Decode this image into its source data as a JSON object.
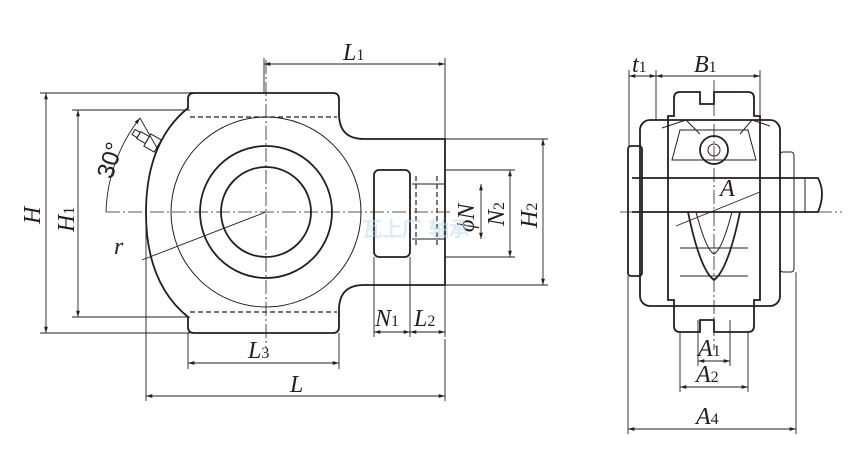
{
  "labels": {
    "L1": {
      "main": "L",
      "sub": "1"
    },
    "H": {
      "main": "H",
      "sub": ""
    },
    "H1": {
      "main": "H",
      "sub": "1"
    },
    "angle": "30°",
    "r": {
      "main": "r",
      "sub": ""
    },
    "phiN": {
      "main": "ϕN",
      "sub": ""
    },
    "N2": {
      "main": "N",
      "sub": "2"
    },
    "H2": {
      "main": "H",
      "sub": "2"
    },
    "N1": {
      "main": "N",
      "sub": "1"
    },
    "L2": {
      "main": "L",
      "sub": "2"
    },
    "L3": {
      "main": "L",
      "sub": "3"
    },
    "L": {
      "main": "L",
      "sub": ""
    },
    "t1": {
      "main": "t",
      "sub": "1"
    },
    "B1": {
      "main": "B",
      "sub": "1"
    },
    "A": {
      "main": "A",
      "sub": ""
    },
    "A1": {
      "main": "A",
      "sub": "1"
    },
    "A2": {
      "main": "A",
      "sub": "2"
    },
    "A4": {
      "main": "A",
      "sub": "4"
    }
  },
  "watermark": "瓦上厂 轴承"
}
